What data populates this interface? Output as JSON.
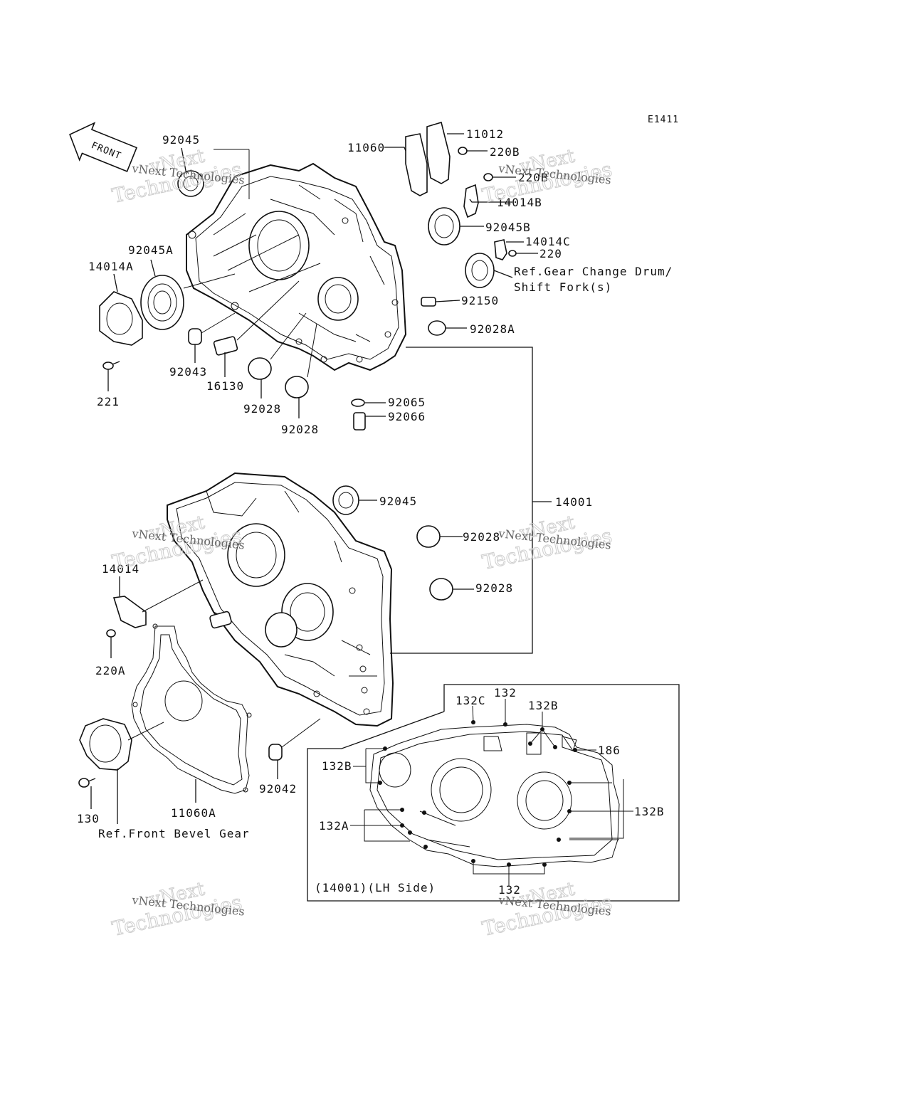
{
  "diagram_code": "E1411",
  "front_arrow_label": "FRONT",
  "watermark": {
    "line1": "vNext",
    "line2": "vNext Technologies",
    "line3": "Technologies"
  },
  "part_labels": {
    "p92045_top": "92045",
    "p11060": "11060",
    "p11012": "11012",
    "p220B_1": "220B",
    "p220B_2": "220B",
    "p14014B": "14014B",
    "p92045B": "92045B",
    "p14014C": "14014C",
    "p220": "220",
    "ref_gear_change_1": "Ref.Gear Change Drum/",
    "ref_gear_change_2": "Shift Fork(s)",
    "p92150": "92150",
    "p92028A": "92028A",
    "p92045A": "92045A",
    "p14014A": "14014A",
    "p92043": "92043",
    "p16130": "16130",
    "p221": "221",
    "p92028_a": "92028",
    "p92028_b": "92028",
    "p92065": "92065",
    "p92066": "92066",
    "p92045_mid": "92045",
    "p14001": "14001",
    "p92028_c": "92028",
    "p92028_d": "92028",
    "p14014": "14014",
    "p220A": "220A",
    "p92042": "92042",
    "p11060A": "11060A",
    "p130": "130",
    "ref_front_bevel": "Ref.Front Bevel Gear"
  },
  "inset": {
    "caption": "(14001)(LH Side)",
    "labels": {
      "p132C": "132C",
      "p132_top": "132",
      "p132B_top": "132B",
      "p186": "186",
      "p132B_left": "132B",
      "p132B_right": "132B",
      "p132A": "132A",
      "p132_bottom": "132"
    }
  }
}
